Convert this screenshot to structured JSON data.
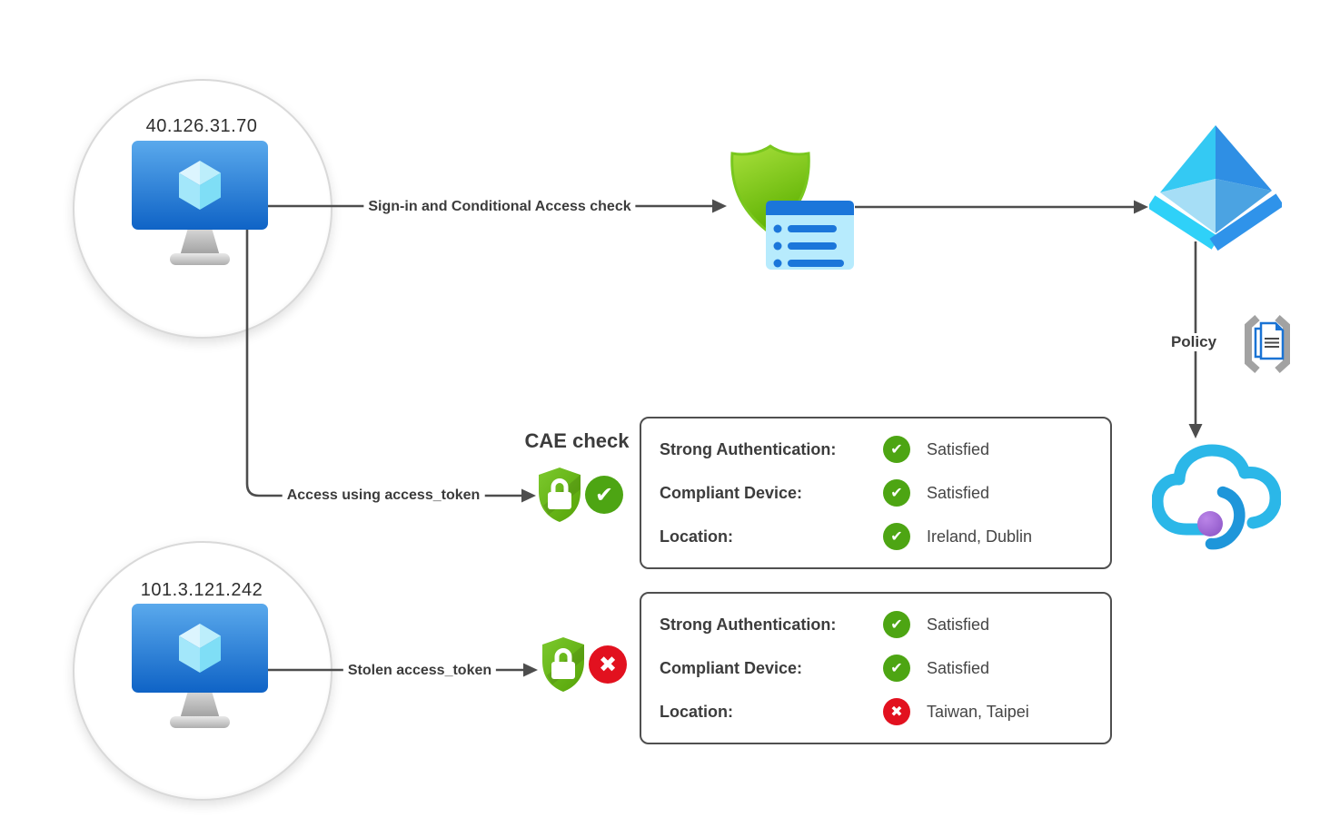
{
  "clients": [
    {
      "ip": "40.126.31.70"
    },
    {
      "ip": "101.3.121.242"
    }
  ],
  "labels": {
    "signin": "Sign-in and Conditional Access check",
    "access_token": "Access using access_token",
    "stolen_token": "Stolen access_token",
    "cae_check": "CAE check",
    "policy": "Policy"
  },
  "result_boxes": [
    {
      "rows": [
        {
          "label": "Strong Authentication:",
          "status": "pass",
          "value": "Satisfied"
        },
        {
          "label": "Compliant Device:",
          "status": "pass",
          "value": "Satisfied"
        },
        {
          "label": "Location:",
          "status": "pass",
          "value": "Ireland, Dublin"
        }
      ]
    },
    {
      "rows": [
        {
          "label": "Strong Authentication:",
          "status": "pass",
          "value": "Satisfied"
        },
        {
          "label": "Compliant Device:",
          "status": "pass",
          "value": "Satisfied"
        },
        {
          "label": "Location:",
          "status": "fail",
          "value": "Taiwan, Taipei"
        }
      ]
    }
  ],
  "icons": {
    "client": "azure-vm-monitor-icon",
    "conditional_access": "shield-with-list-icon",
    "identity": "azure-active-directory-icon",
    "policy": "policy-document-icon",
    "app": "azure-cloud-icon",
    "cae_pass": "lock-shield-with-check-icon",
    "cae_fail": "lock-shield-with-cross-icon"
  },
  "colors": {
    "pass_green": "#4da513",
    "fail_red": "#e2111f",
    "line_gray": "#4d4d4d",
    "shield_green_light": "#a5e03a",
    "shield_green_dark": "#5fb203",
    "azure_cyan": "#34c9f3",
    "azure_blue": "#2f8fe4",
    "panel_blue": "#1b76da",
    "panel_light": "#b7ebfd",
    "purple_ball": "#9b63d2"
  }
}
